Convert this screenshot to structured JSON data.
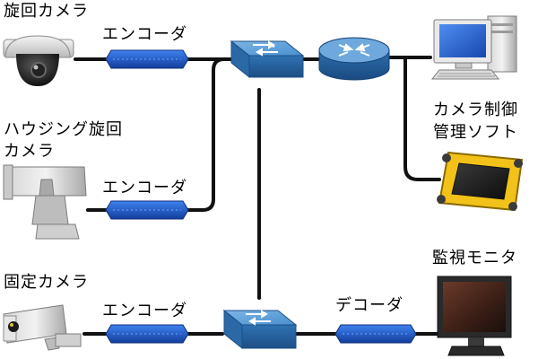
{
  "labels": {
    "cam_ptz": "旋回カメラ",
    "cam_housing_line1": "ハウジング旋回",
    "cam_housing_line2": "カメラ",
    "cam_fixed": "固定カメラ",
    "encoder": "エンコーダ",
    "decoder": "デコーダ",
    "software_line1": "カメラ制御",
    "software_line2": "管理ソフト",
    "monitor": "監視モニタ"
  },
  "colors": {
    "line": "#111111",
    "encoder": "#1a57d6",
    "switch": "#3d88c9",
    "router": "#3c7fbf",
    "pc_screen": "#1f5fcf",
    "tablet_frame": "#f2c21a",
    "monitor_frame": "#2a2a2a"
  },
  "icons": {
    "ptz_camera": "dome-camera-icon",
    "housing_camera": "housing-ptz-camera-icon",
    "fixed_camera": "box-camera-icon",
    "encoder": "encoder-icon",
    "decoder": "decoder-icon",
    "switch": "network-switch-icon",
    "router": "router-icon",
    "pc": "desktop-pc-icon",
    "tablet": "rugged-tablet-icon",
    "monitor": "lcd-monitor-icon"
  }
}
